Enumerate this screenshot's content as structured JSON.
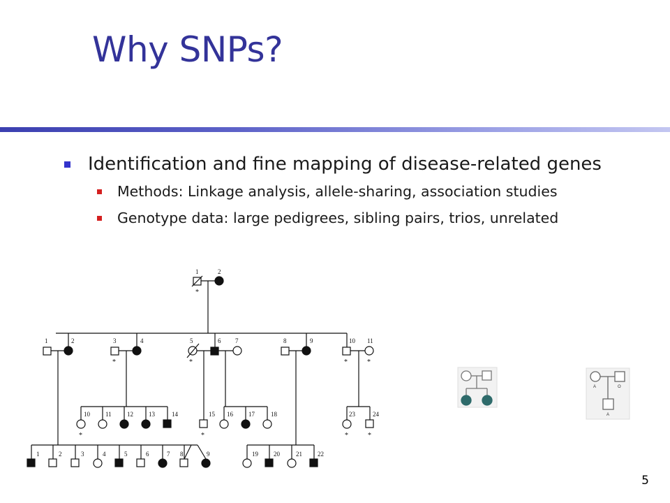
{
  "slide": {
    "title": "Why SNPs?",
    "bullet": "Identification and fine mapping of disease-related genes",
    "sub_bullets": [
      "Methods: Linkage analysis, allele-sharing, association studies",
      "Genotype data: large pedigrees, sibling pairs, trios, unrelated"
    ],
    "page_number": "5"
  },
  "pedigree": {
    "labels": [
      "1",
      "2",
      "1",
      "2",
      "3",
      "4",
      "5",
      "6",
      "7",
      "8",
      "9",
      "10",
      "11",
      "10",
      "11",
      "12",
      "13",
      "14",
      "15",
      "16",
      "17",
      "18",
      "23",
      "24",
      "1",
      "2",
      "3",
      "4",
      "5",
      "6",
      "7",
      "8",
      "9",
      "19",
      "20",
      "21",
      "22"
    ],
    "sib_pair_alleles": [
      "A",
      "O",
      "A"
    ]
  },
  "colors": {
    "title": "#333399",
    "bullet_main": "#3333cc",
    "bullet_sub": "#d42020",
    "affected_teal": "#2e6b6b"
  }
}
